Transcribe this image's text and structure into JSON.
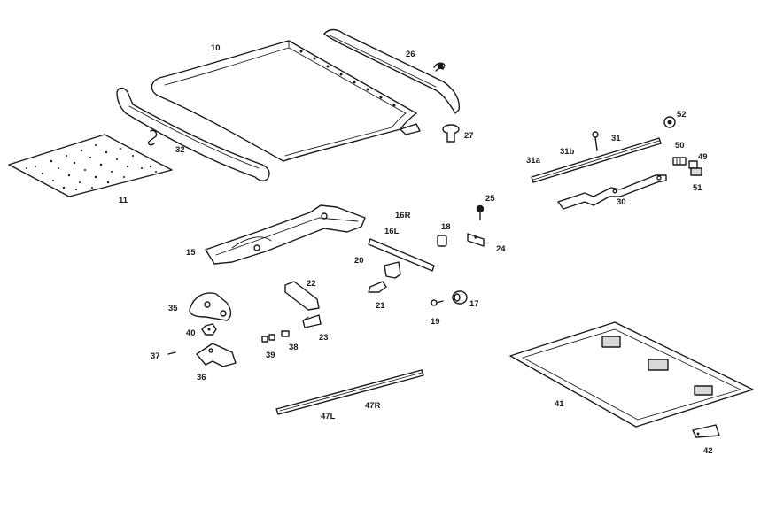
{
  "diagram": {
    "parts": [
      {
        "id": "p10",
        "label": "10"
      },
      {
        "id": "p26",
        "label": "26"
      },
      {
        "id": "p27",
        "label": "27"
      },
      {
        "id": "p32",
        "label": "32"
      },
      {
        "id": "p11",
        "label": "11"
      },
      {
        "id": "p52",
        "label": "52"
      },
      {
        "id": "p31",
        "label": "31"
      },
      {
        "id": "p31b",
        "label": "31b"
      },
      {
        "id": "p31a",
        "label": "31a"
      },
      {
        "id": "p50",
        "label": "50"
      },
      {
        "id": "p49",
        "label": "49"
      },
      {
        "id": "p51",
        "label": "51"
      },
      {
        "id": "p30",
        "label": "30"
      },
      {
        "id": "p25",
        "label": "25"
      },
      {
        "id": "p16R",
        "label": "16R"
      },
      {
        "id": "p16L",
        "label": "16L"
      },
      {
        "id": "p18",
        "label": "18"
      },
      {
        "id": "p24",
        "label": "24"
      },
      {
        "id": "p15",
        "label": "15"
      },
      {
        "id": "p20",
        "label": "20"
      },
      {
        "id": "p22",
        "label": "22"
      },
      {
        "id": "p21",
        "label": "21"
      },
      {
        "id": "p17",
        "label": "17"
      },
      {
        "id": "p19",
        "label": "19"
      },
      {
        "id": "p35",
        "label": "35"
      },
      {
        "id": "p40",
        "label": "40"
      },
      {
        "id": "p23",
        "label": "23"
      },
      {
        "id": "p38",
        "label": "38"
      },
      {
        "id": "p39",
        "label": "39"
      },
      {
        "id": "p37",
        "label": "37"
      },
      {
        "id": "p36",
        "label": "36"
      },
      {
        "id": "p47R",
        "label": "47R"
      },
      {
        "id": "p47L",
        "label": "47L"
      },
      {
        "id": "p41",
        "label": "41"
      },
      {
        "id": "p42",
        "label": "42"
      }
    ]
  }
}
